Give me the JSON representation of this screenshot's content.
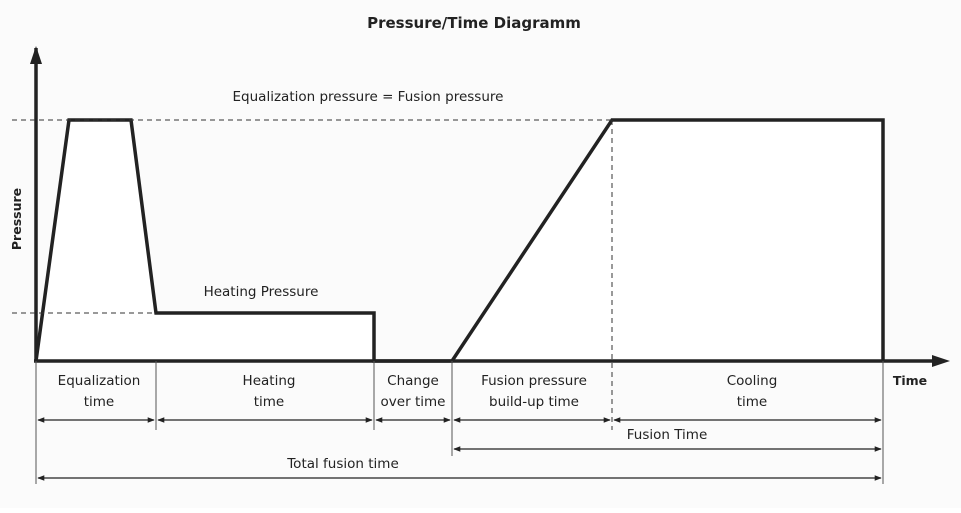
{
  "title": "Pressure/Time Diagramm",
  "axes": {
    "y_label": "Pressure",
    "x_label": "Time"
  },
  "annotations": {
    "equalization_pressure": "Equalization pressure = Fusion pressure",
    "heating_pressure": "Heating Pressure"
  },
  "phases": [
    {
      "line1": "Equalization",
      "line2": "time"
    },
    {
      "line1": "Heating",
      "line2": "time"
    },
    {
      "line1": "Change",
      "line2": "over time"
    },
    {
      "line1": "Fusion pressure",
      "line2": "build-up time"
    },
    {
      "line1": "Cooling",
      "line2": "time"
    }
  ],
  "spans": {
    "fusion_time": "Fusion Time",
    "total_fusion_time": "Total fusion time"
  },
  "colors": {
    "ink": "#222222",
    "background": "#fbfbfb",
    "fill": "#ffffff"
  }
}
